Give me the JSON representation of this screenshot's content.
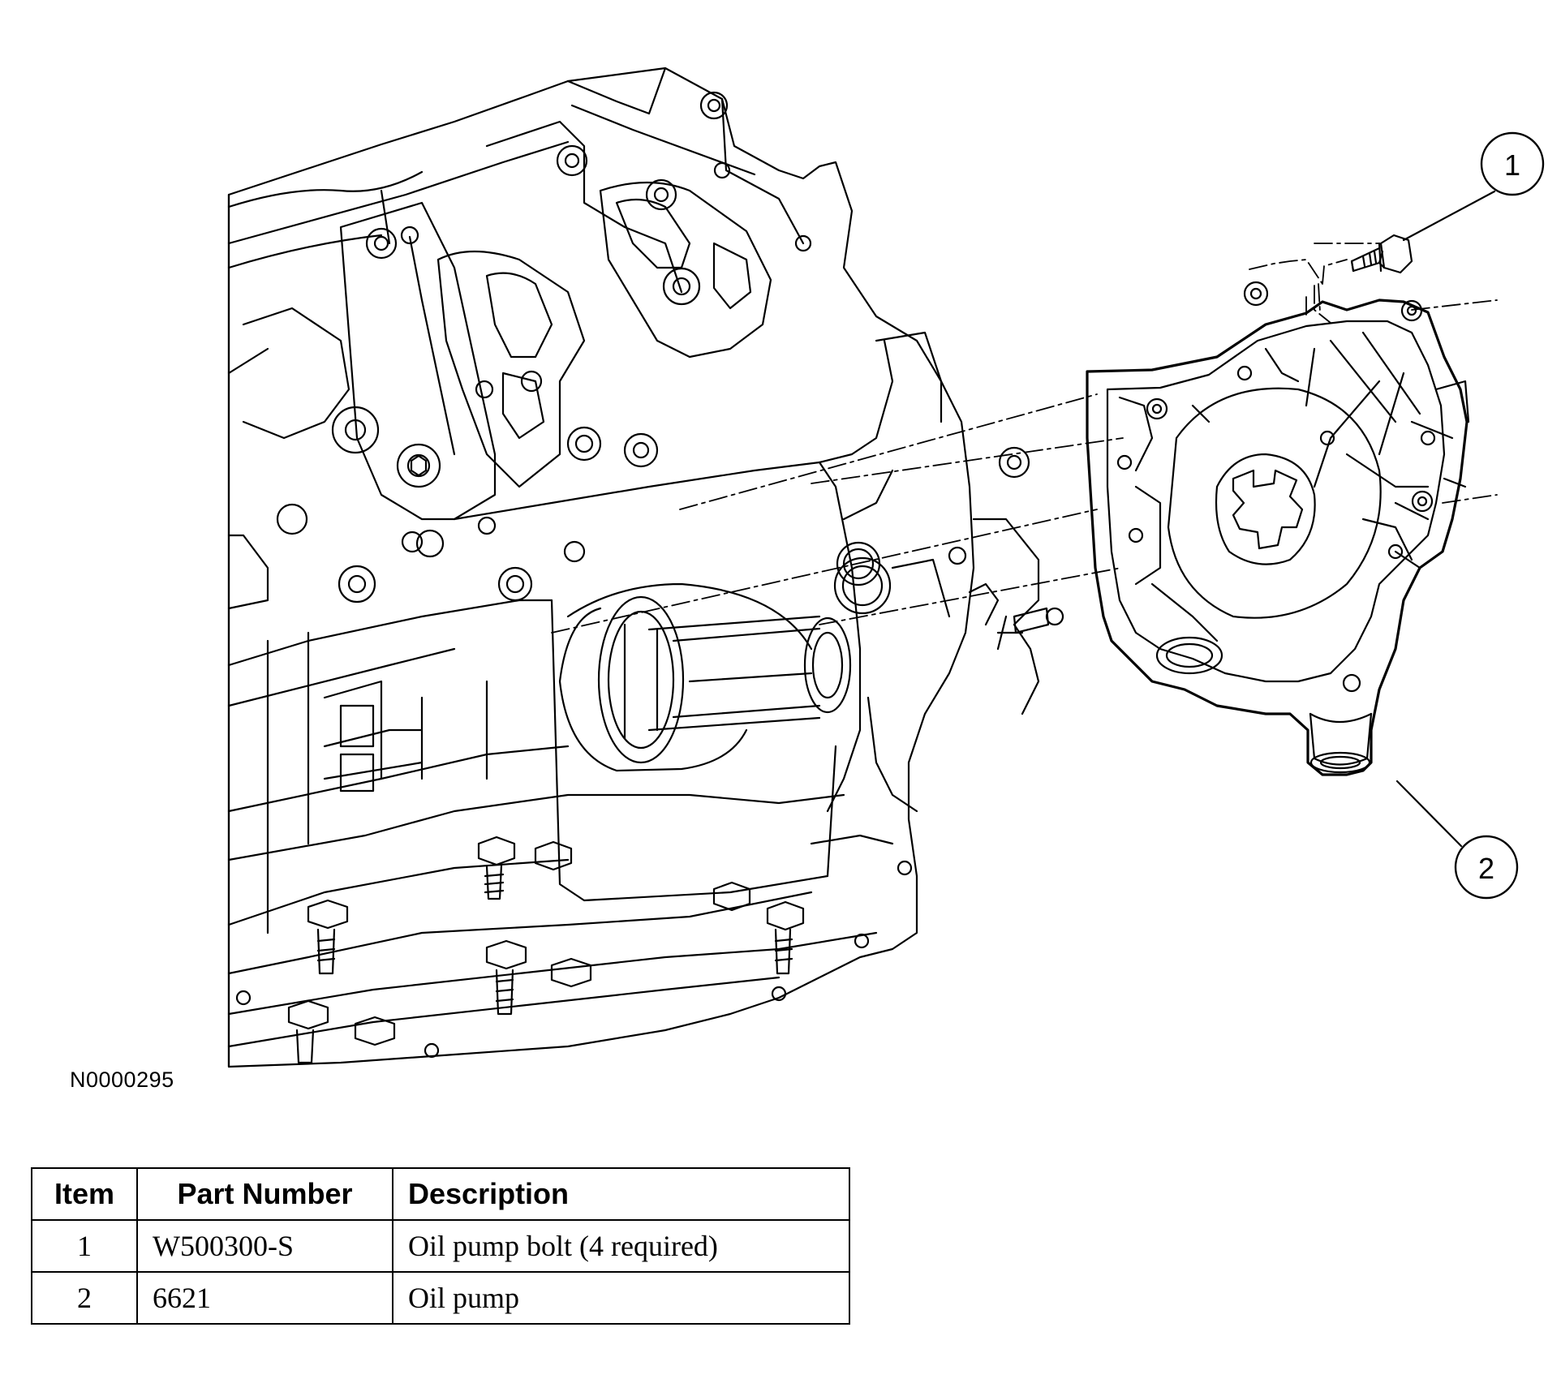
{
  "figure": {
    "id_code": "N0000295",
    "callouts": [
      "1",
      "2"
    ]
  },
  "parts_table": {
    "headers": [
      "Item",
      "Part Number",
      "Description"
    ],
    "rows": [
      {
        "item": "1",
        "part_number": "W500300-S",
        "description": "Oil pump bolt (4 required)"
      },
      {
        "item": "2",
        "part_number": "6621",
        "description": "Oil pump"
      }
    ]
  }
}
